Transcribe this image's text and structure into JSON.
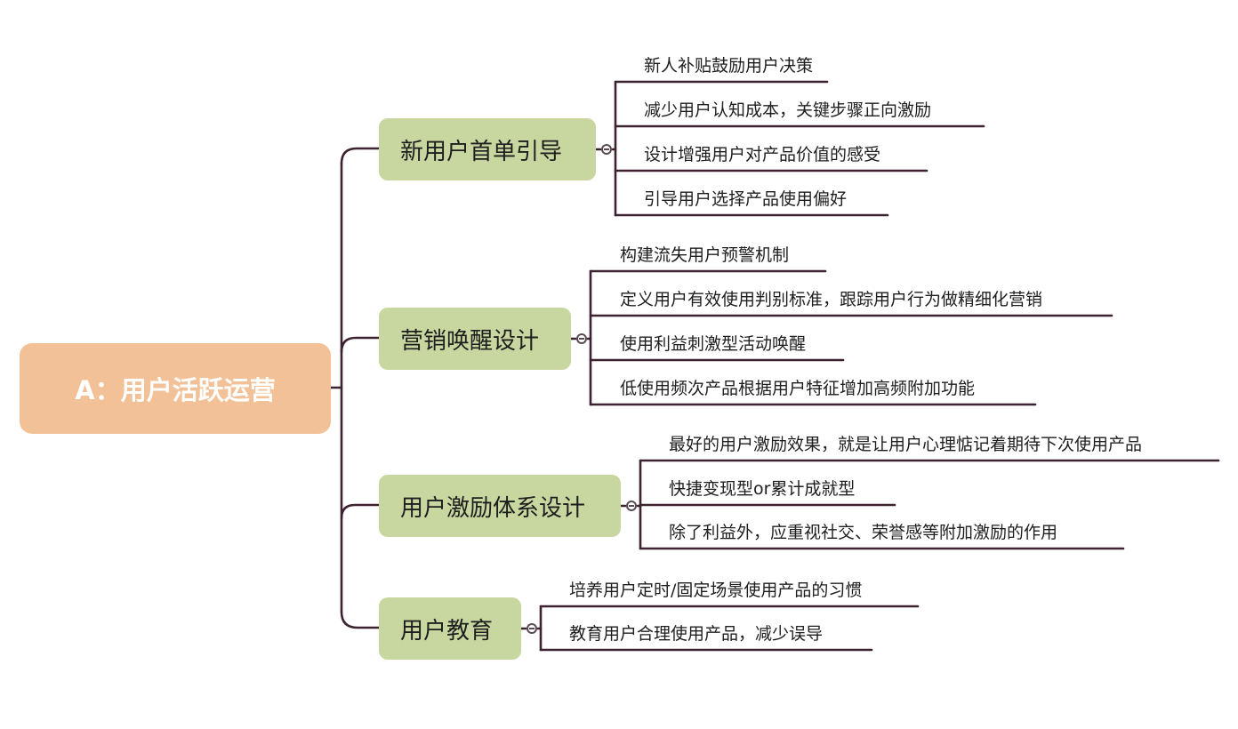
{
  "root": {
    "label": "A：用户活跃运营"
  },
  "branches": [
    {
      "label": "新用户首单引导",
      "leaves": [
        "新人补贴鼓励用户决策",
        "减少用户认知成本，关键步骤正向激励",
        "设计增强用户对产品价值的感受",
        "引导用户选择产品使用偏好"
      ]
    },
    {
      "label": "营销唤醒设计",
      "leaves": [
        "构建流失用户预警机制",
        "定义用户有效使用判别标准，跟踪用户行为做精细化营销",
        "使用利益刺激型活动唤醒",
        "低使用频次产品根据用户特征增加高频附加功能"
      ]
    },
    {
      "label": "用户激励体系设计",
      "leaves": [
        "最好的用户激励效果，就是让用户心理惦记着期待下次使用产品",
        "快捷变现型or累计成就型",
        "除了利益外，应重视社交、荣誉感等附加激励的作用"
      ]
    },
    {
      "label": "用户教育",
      "leaves": [
        "培养用户定时/固定场景使用产品的习惯",
        "教育用户合理使用产品，减少误导"
      ]
    }
  ],
  "colors": {
    "root_fill": "#f2c197",
    "branch_fill": "#c8d6a0",
    "line": "#3d2331"
  }
}
